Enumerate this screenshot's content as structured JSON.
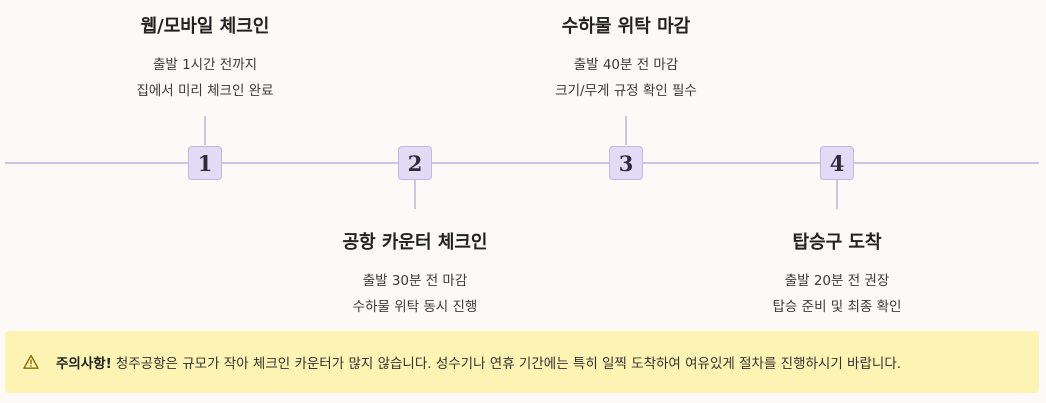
{
  "steps": [
    {
      "number": "1",
      "title": "웹/모바일 체크인",
      "lines": [
        "출발 1시간 전까지",
        "집에서 미리 체크인 완료"
      ]
    },
    {
      "number": "2",
      "title": "공항 카운터 체크인",
      "lines": [
        "출발 30분 전 마감",
        "수하물 위탁 동시 진행"
      ]
    },
    {
      "number": "3",
      "title": "수하물 위탁 마감",
      "lines": [
        "출발 40분 전 마감",
        "크기/무게 규정 확인 필수"
      ]
    },
    {
      "number": "4",
      "title": "탑승구 도착",
      "lines": [
        "출발 20분 전 권장",
        "탑승 준비 및 최종 확인"
      ]
    }
  ],
  "notice": {
    "icon": "warning-icon",
    "label": "주의사항!",
    "text": "청주공항은 규모가 작아 체크인 카운터가 많지 않습니다. 성수기나 연휴 기간에는 특히 일찍 도착하여 여유있게 절차를 진행하시기 바랍니다."
  },
  "colors": {
    "background": "#fdf9f7",
    "line": "#cfc4e2",
    "marker_fill": "#e3daf5",
    "notice_fill": "#fdf3b3"
  }
}
